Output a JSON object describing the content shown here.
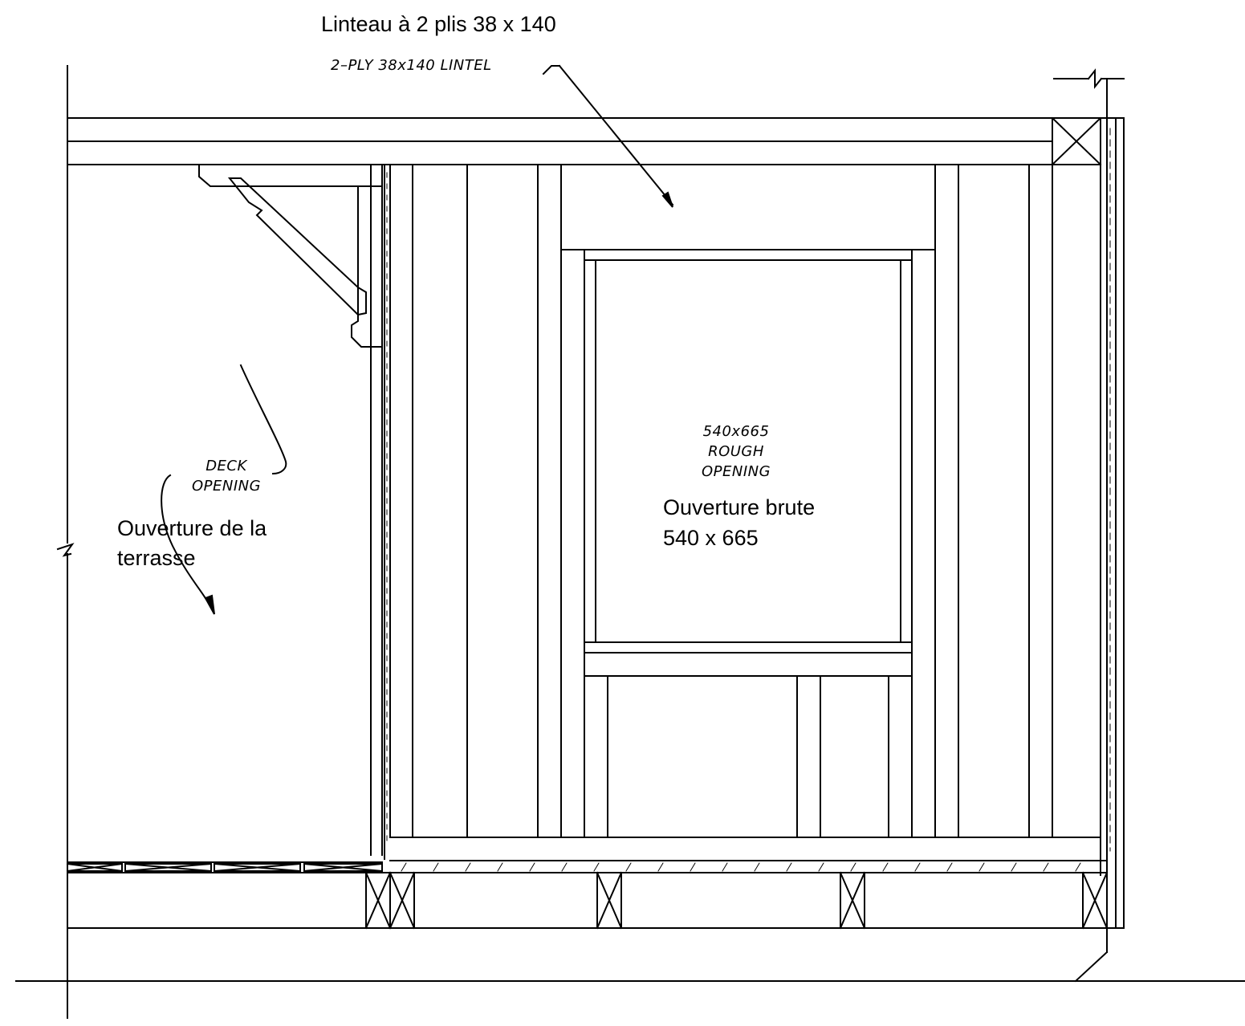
{
  "labels": {
    "lintel_fr": "Linteau à 2 plis 38 x 140",
    "lintel_en": "2–PLY 38x140 LINTEL",
    "deck_en_1": "DECK",
    "deck_en_2": "OPENING",
    "deck_fr_1": "Ouverture de la",
    "deck_fr_2": "terrasse",
    "rough_en_1": "540x665",
    "rough_en_2": "ROUGH",
    "rough_en_3": "OPENING",
    "rough_fr_1": "Ouverture brute",
    "rough_fr_2": "540 x 665"
  },
  "colors": {
    "line": "#000000",
    "background": "#ffffff"
  }
}
